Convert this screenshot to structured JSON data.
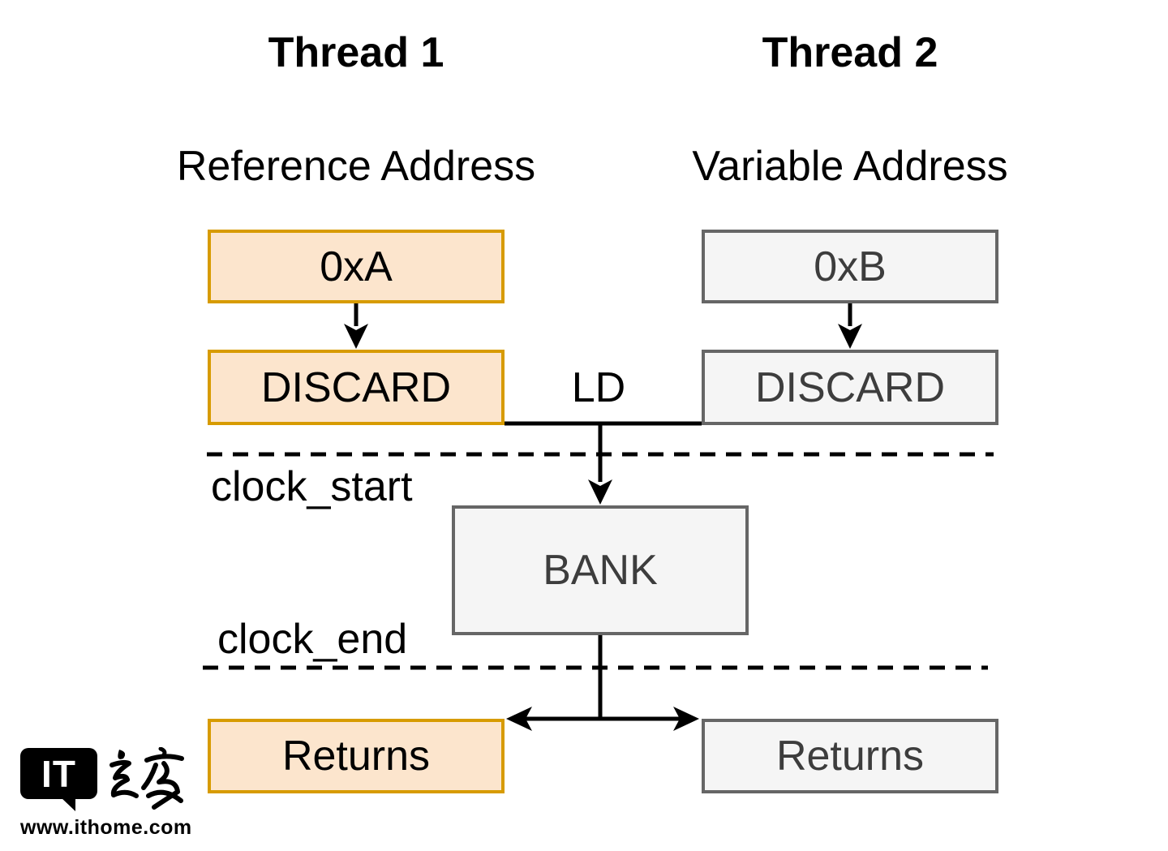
{
  "diagram": {
    "thread1": {
      "title": "Thread 1",
      "subtitle": "Reference Address",
      "address_box": "0xA",
      "discard_box": "DISCARD",
      "returns_box": "Returns"
    },
    "thread2": {
      "title": "Thread 2",
      "subtitle": "Variable Address",
      "address_box": "0xB",
      "discard_box": "DISCARD",
      "returns_box": "Returns"
    },
    "ld_label": "LD",
    "bank_box": "BANK",
    "clock_start_label": "clock_start",
    "clock_end_label": "clock_end",
    "colors": {
      "thread1_fill": "#FCE5CD",
      "thread1_border": "#D79B00",
      "thread2_fill": "#F5F5F5",
      "thread2_border": "#666666",
      "box_text_dark": "#3D3D3D",
      "line": "#000000"
    }
  },
  "watermark": {
    "logo_text": "IT",
    "logo_cjk": "之家",
    "url": "www.ithome.com"
  }
}
